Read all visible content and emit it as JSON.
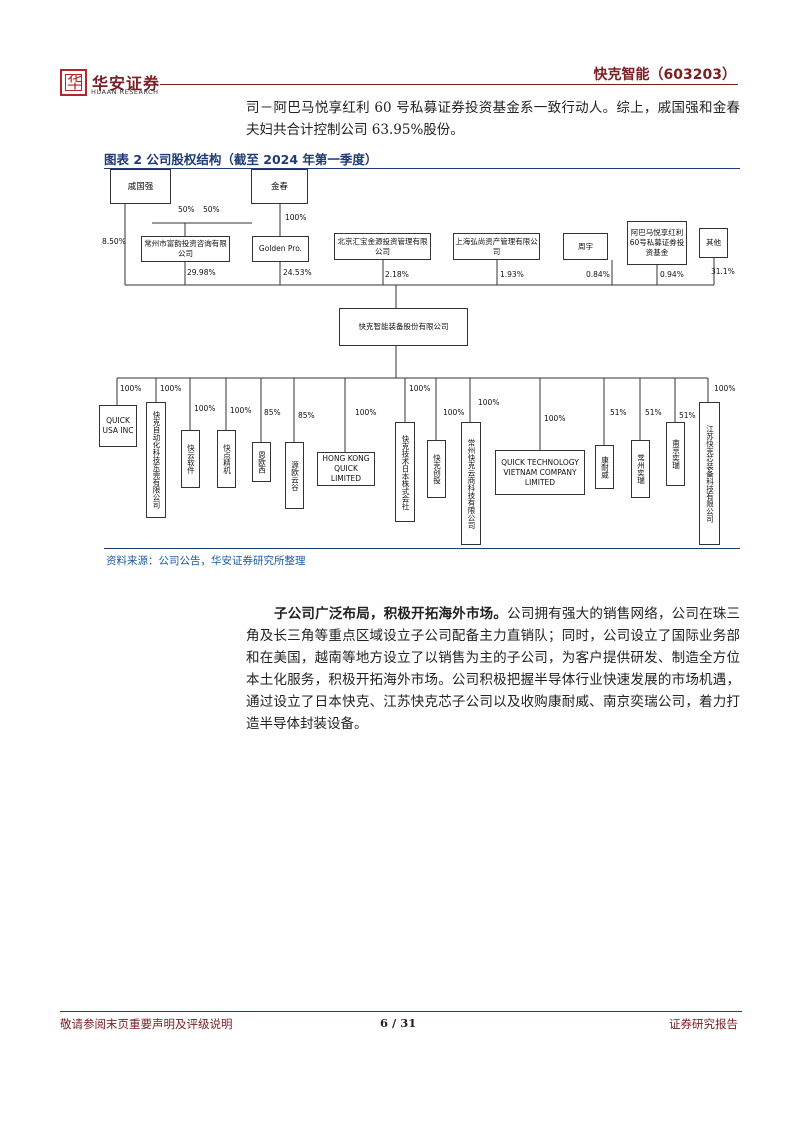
{
  "header": {
    "logo_mark": "华",
    "logo_cn": "华安证券",
    "logo_en": "HUAAN RESEARCH",
    "title": "快克智能（603203）"
  },
  "intro_text": "司－阿巴马悦享红利 60 号私募证券投资基金系一致行动人。综上，戚国强和金春夫妇共合计控制公司 63.95%股份。",
  "figure": {
    "title": "图表 2 公司股权结构（截至 2024 年第一季度）",
    "source": "资料来源：公司公告，华安证券研究所整理",
    "people": {
      "qi": "戚国强",
      "jin": "金春"
    },
    "couple_split": [
      "50%",
      "50%"
    ],
    "jin_to_golden": "100%",
    "qi_direct": "8.50%",
    "shareholders": [
      {
        "name": "常州市富韵投资咨询有限公司",
        "pct": "29.98%"
      },
      {
        "name": "Golden Pro.",
        "pct": "24.53%"
      },
      {
        "name": "北京汇宝金源投资管理有限公司",
        "pct": "2.18%"
      },
      {
        "name": "上海弘尚资产管理有限公司",
        "pct": "1.93%"
      },
      {
        "name": "周宇",
        "pct": "0.84%"
      },
      {
        "name": "阿巴马悦享红利60号私募证券投资基金",
        "pct": "0.94%"
      },
      {
        "name": "其他",
        "pct": "31.1%"
      }
    ],
    "company": "快克智能装备股份有限公司",
    "subsidiaries": [
      {
        "name": "QUICK USA INC",
        "pct": "100%"
      },
      {
        "name": "快克自动化科技东莞有限公司",
        "pct": "100%"
      },
      {
        "name": "快云软件",
        "pct": "100%"
      },
      {
        "name": "快点精机",
        "pct": "100%"
      },
      {
        "name": "恩欧西",
        "pct": "85%"
      },
      {
        "name": "源欧云谷",
        "pct": "85%"
      },
      {
        "name": "HONG KONG QUICK LIMITED",
        "pct": "100%"
      },
      {
        "name": "快克技术日本株式会社",
        "pct": "100%"
      },
      {
        "name": "快克创投",
        "pct": "100%"
      },
      {
        "name": "常州快克云商科技有限公司",
        "pct": "100%"
      },
      {
        "name": "QUICK TECHNOLOGY VIETNAM COMPANY LIMITED",
        "pct": "100%"
      },
      {
        "name": "康耐威",
        "pct": "51%"
      },
      {
        "name": "常州奕瑞",
        "pct": "51%"
      },
      {
        "name": "南京奕瑞",
        "pct": "51%"
      },
      {
        "name": "江苏快克芯装备科技有限公司",
        "pct": "100%"
      }
    ]
  },
  "para2_lead": "子公司广泛布局，积极开拓海外市场。",
  "para2_body": "公司拥有强大的销售网络，公司在珠三角及长三角等重点区域设立子公司配备主力直销队；同时，公司设立了国际业务部和在美国，越南等地方设立了以销售为主的子公司，为客户提供研发、制造全方位本土化服务，积极开拓海外市场。公司积极把握半导体行业快速发展的市场机遇，通过设立了日本快克、江苏快克芯子公司以及收购康耐威、南京奕瑞公司，着力打造半导体封装设备。",
  "footer": {
    "left": "敬请参阅末页重要声明及评级说明",
    "page": "6 / 31",
    "right": "证券研究报告"
  }
}
